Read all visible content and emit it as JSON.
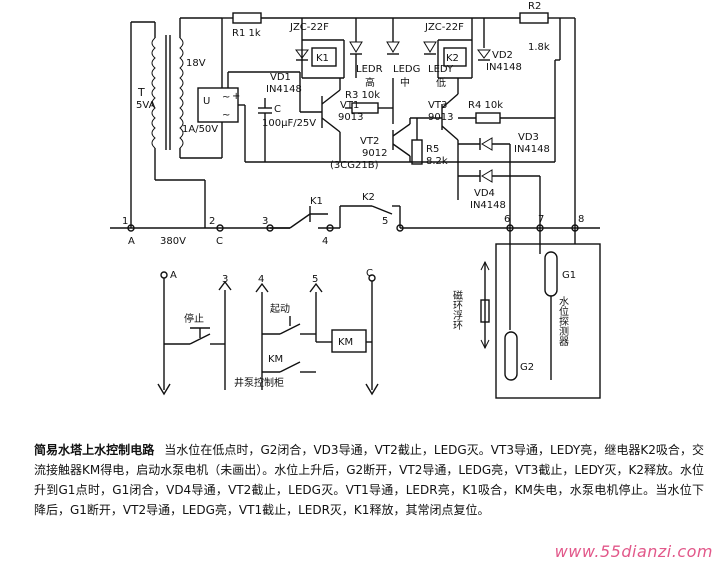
{
  "labels": {
    "T": "T",
    "T_rating": "5VA",
    "sec_v": "18V",
    "bridge_label": "U",
    "bridge_rating": "1A/50V",
    "R1": "R1 1k",
    "relay1_type": "JZC-22F",
    "relay2_type": "JZC-22F",
    "K1": "K1",
    "K2": "K2",
    "R2": "R2",
    "R2_val": "1.8k",
    "VD1": "VD1",
    "VD1_type": "IN4148",
    "VD2": "VD2",
    "VD2_type": "IN4148",
    "C": "C",
    "C_val": "100μF/25V",
    "VT1": "VT1",
    "VT1_type": "9013",
    "LEDR": "LEDR",
    "LEDR_level": "高",
    "LEDG": "LEDG",
    "LEDG_level": "中",
    "LEDY": "LEDY",
    "LEDY_level": "低",
    "R3": "R3 10k",
    "R4": "R4 10k",
    "VT3": "VT3",
    "VT3_type": "9013",
    "VT2": "VT2",
    "VT2_type": "9012",
    "VT2_alt": "(3CG21B)",
    "R5": "R5",
    "R5_val": "8.2k",
    "VD3": "VD3",
    "VD3_type": "IN4148",
    "VD4": "VD4",
    "VD4_type": "IN4148",
    "K1_contact": "K1",
    "K2_contact": "K2",
    "node1": "1",
    "node2": "2",
    "node3": "3",
    "node4": "4",
    "node5": "5",
    "node6": "6",
    "node7": "7",
    "node8": "8",
    "phase_A": "A",
    "phase_C": "C",
    "voltage": "380V",
    "G1": "G1",
    "G2": "G2",
    "float_ring": "磁环浮环",
    "probe": "水位探测器",
    "lower_A": "A",
    "lower_3": "3",
    "lower_4": "4",
    "lower_5": "5",
    "lower_C": "C",
    "stop": "停止",
    "start": "起动",
    "KM_contact": "KM",
    "KM_coil": "KM",
    "cabinet": "井泵控制柜"
  },
  "caption": {
    "title": "简易水塔上水控制电路",
    "body": "当水位在低点时，G2闭合，VD3导通，VT2截止，LEDG灭。VT3导通，LEDY亮，继电器K2吸合，交流接触器KM得电，启动水泵电机（未画出）。水位上升后，G2断开，VT2导通，LEDG亮，VT3截止，LEDY灭，K2释放。水位升到G1点时，G1闭合，VD4导通，VT2截止，LEDG灭。VT1导通，LEDR亮，K1吸合，KM失电，水泵电机停止。当水位下降后，G1断开，VT2导通，LEDG亮，VT1截止，LEDR灭，K1释放，其常闭点复位。"
  },
  "watermark": "www.55dianzi.com"
}
